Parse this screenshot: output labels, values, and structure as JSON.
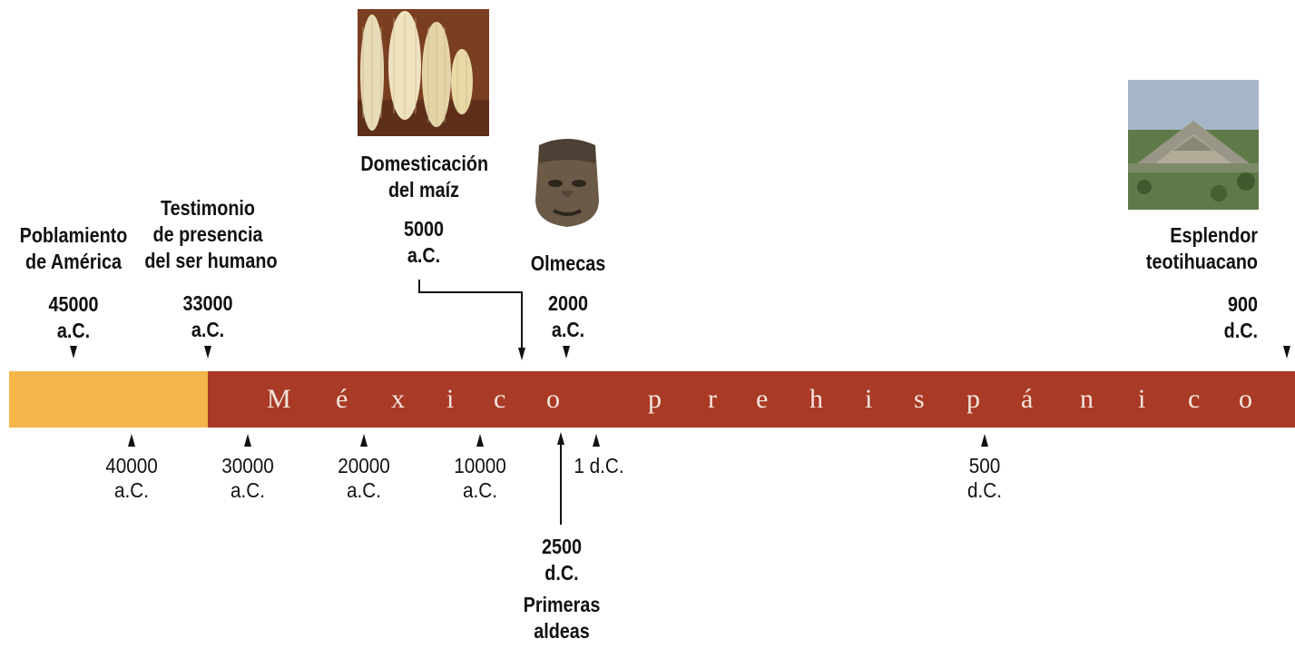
{
  "bar": {
    "title_letters": [
      "M",
      "é",
      "x",
      "i",
      "c",
      "o",
      "p",
      "r",
      "e",
      "h",
      "i",
      "s",
      "p",
      "á",
      "n",
      "i",
      "c",
      "o"
    ],
    "colors": {
      "early": "#f6b54a",
      "prehispanic": "#a93a26",
      "title": "#f4e6dc"
    }
  },
  "events": {
    "poblamiento": {
      "label_1": "Poblamiento",
      "label_2": "de América",
      "year": "45000",
      "era": "a.C."
    },
    "testimonio": {
      "label_1": "Testimonio",
      "label_2": "de presencia",
      "label_3": "del ser humano",
      "year": "33000",
      "era": "a.C."
    },
    "maiz": {
      "label_1": "Domesticación",
      "label_2": "del maíz",
      "year": "5000",
      "era": "a.C."
    },
    "olmecas": {
      "label_1": "Olmecas",
      "year": "2000",
      "era": "a.C."
    },
    "teotihuacano": {
      "label_1": "Esplendor",
      "label_2": "teotihuacano",
      "year": "900",
      "era": "d.C."
    },
    "aldeas": {
      "year": "2500",
      "era": "d.C.",
      "label_1": "Primeras",
      "label_2": "aldeas"
    }
  },
  "ticks": [
    {
      "year": "40000",
      "era": "a.C."
    },
    {
      "year": "30000",
      "era": "a.C."
    },
    {
      "year": "20000",
      "era": "a.C."
    },
    {
      "year": "10000",
      "era": "a.C."
    },
    {
      "year": "1 d.C.",
      "era": ""
    },
    {
      "year": "500",
      "era": "d.C."
    }
  ],
  "images": {
    "maiz": "corn-cobs-photo",
    "olmecas": "olmec-head-photo",
    "teotihuacano": "pyramid-photo"
  }
}
